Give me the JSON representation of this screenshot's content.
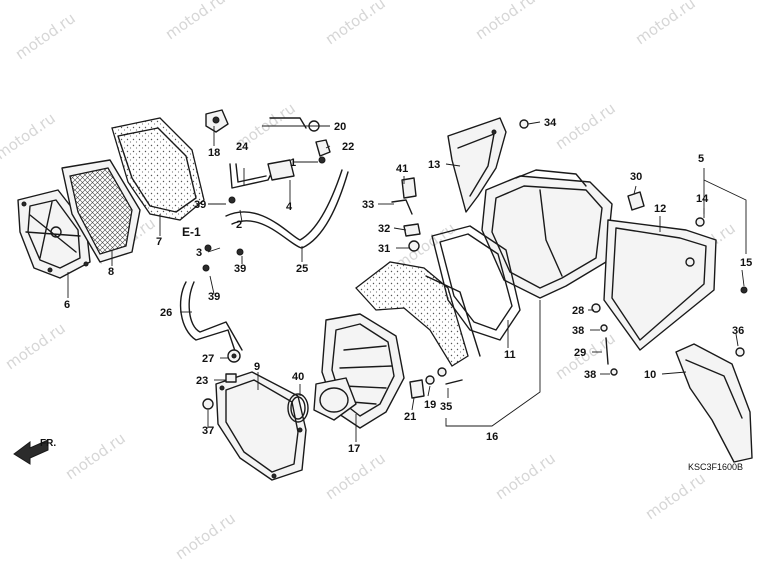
{
  "diagram": {
    "catalog_code": "KSC3F1600B",
    "section_ref": "E-1",
    "direction_label": "FR.",
    "watermark_text": "motod.ru",
    "callouts": {
      "c1": "1",
      "c2": "2",
      "c3": "3",
      "c4": "4",
      "c5": "5",
      "c6": "6",
      "c7": "7",
      "c8": "8",
      "c9": "9",
      "c10": "10",
      "c11": "11",
      "c12": "12",
      "c13": "13",
      "c14": "14",
      "c15": "15",
      "c16": "16",
      "c17": "17",
      "c18": "18",
      "c19": "19",
      "c20": "20",
      "c21": "21",
      "c22": "22",
      "c23": "23",
      "c24": "24",
      "c25": "25",
      "c26": "26",
      "c27": "27",
      "c28": "28",
      "c29": "29",
      "c30": "30",
      "c31": "31",
      "c32": "32",
      "c33": "33",
      "c34": "34",
      "c35": "35",
      "c36": "36",
      "c37": "37",
      "c38a": "38",
      "c38b": "38",
      "c39a": "39",
      "c39b": "39",
      "c39c": "39",
      "c40": "40",
      "c41": "41"
    }
  }
}
